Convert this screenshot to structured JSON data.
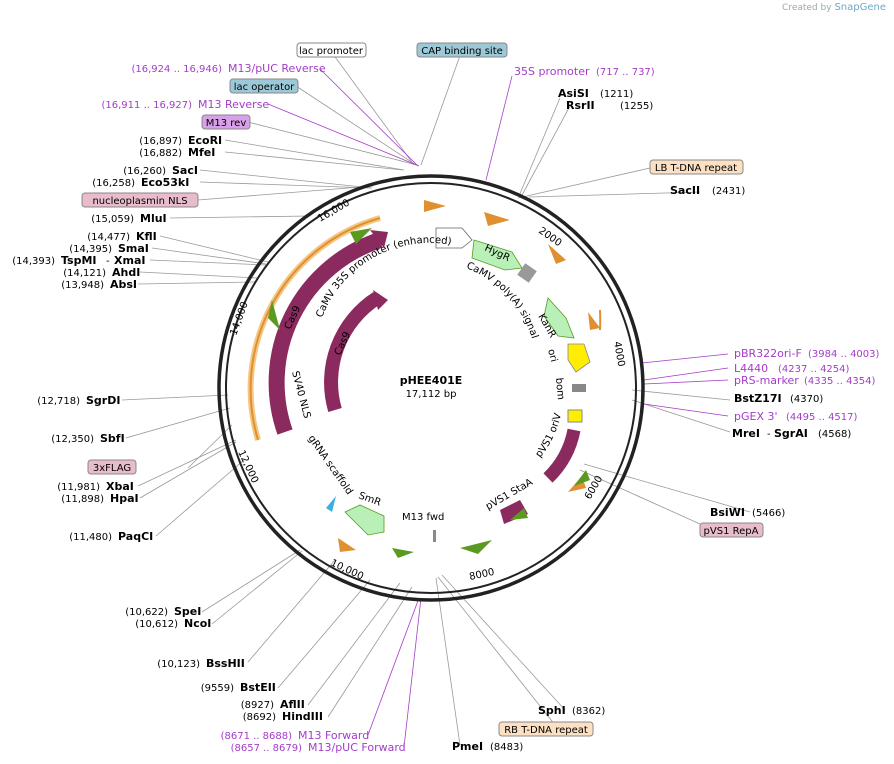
{
  "credit": {
    "text": "Created by",
    "brand": "SnapGene"
  },
  "plasmid": {
    "name": "pHEE401E",
    "size": "17,112 bp"
  },
  "ticks": [
    "2000",
    "4000",
    "6000",
    "8000",
    "10,000",
    "12,000",
    "14,000",
    "16,000"
  ],
  "boxed_labels": [
    {
      "text": "lac promoter",
      "color": "#ffffff"
    },
    {
      "text": "CAP binding site",
      "color": "#9cc8d8"
    },
    {
      "text": "lac operator",
      "color": "#9cc8d8"
    },
    {
      "text": "M13 rev",
      "color": "#d8a0e8"
    },
    {
      "text": "nucleoplasmin NLS",
      "color": "#e8bccc"
    },
    {
      "text": "LB T-DNA repeat",
      "color": "#fbe0c4"
    },
    {
      "text": "pVS1 RepA",
      "color": "#e8bccc"
    },
    {
      "text": "3xFLAG",
      "color": "#e8bccc"
    },
    {
      "text": "RB T-DNA repeat",
      "color": "#fbe0c4"
    }
  ],
  "primers_left": [
    {
      "pos": "(16,924 .. 16,946)",
      "name": "M13/pUC Reverse"
    },
    {
      "pos": "(16,911 .. 16,927)",
      "name": "M13 Reverse"
    }
  ],
  "primer_top": {
    "name": "35S promoter",
    "pos": "(717 .. 737)"
  },
  "primers_right": [
    {
      "name": "pBR322ori-F",
      "pos": "(3984 .. 4003)"
    },
    {
      "name": "L4440",
      "pos": "(4237 .. 4254)"
    },
    {
      "name": "pRS-marker",
      "pos": "(4335 .. 4354)"
    },
    {
      "name": "pGEX 3'",
      "pos": "(4495 .. 4517)"
    }
  ],
  "primers_bottom": [
    {
      "pos": "(8671 .. 8688)",
      "name": "M13 Forward"
    },
    {
      "pos": "(8657 .. 8679)",
      "name": "M13/pUC Forward"
    }
  ],
  "sites_left": [
    {
      "pos": "(16,897)",
      "name": "EcoRI"
    },
    {
      "pos": "(16,882)",
      "name": "MfeI"
    },
    {
      "pos": "(16,260)",
      "name": "SacI"
    },
    {
      "pos": "(16,258)",
      "name": "Eco53kI"
    },
    {
      "pos": "(15,059)",
      "name": "MluI"
    },
    {
      "pos": "(14,477)",
      "name": "KflI"
    },
    {
      "pos": "(14,395)",
      "name": "SmaI"
    },
    {
      "pos": "(14,393)",
      "name": "TspMI",
      "extra": "XmaI"
    },
    {
      "pos": "(14,121)",
      "name": "AhdI"
    },
    {
      "pos": "(13,948)",
      "name": "AbsI"
    },
    {
      "pos": "(12,718)",
      "name": "SgrDI"
    },
    {
      "pos": "(12,350)",
      "name": "SbfI"
    },
    {
      "pos": "(11,981)",
      "name": "XbaI"
    },
    {
      "pos": "(11,898)",
      "name": "HpaI"
    },
    {
      "pos": "(11,480)",
      "name": "PaqCI"
    },
    {
      "pos": "(10,622)",
      "name": "SpeI"
    },
    {
      "pos": "(10,612)",
      "name": "NcoI"
    },
    {
      "pos": "(10,123)",
      "name": "BssHII"
    },
    {
      "pos": "(9559)",
      "name": "BstEII"
    },
    {
      "pos": "(8927)",
      "name": "AflII"
    },
    {
      "pos": "(8692)",
      "name": "HindIII"
    }
  ],
  "sites_right": [
    {
      "name": "AsiSI",
      "pos": "(1211)"
    },
    {
      "name": "RsrII",
      "pos": "(1255)"
    },
    {
      "name": "SacII",
      "pos": "(2431)"
    },
    {
      "name": "BstZ17I",
      "pos": "(4370)"
    },
    {
      "name": "MreI",
      "extra": "SgrAI",
      "pos": "(4568)"
    },
    {
      "name": "BsiWI",
      "pos": "(5466)"
    },
    {
      "name": "SphI",
      "pos": "(8362)"
    },
    {
      "name": "PmeI",
      "pos": "(8483)"
    }
  ],
  "features": {
    "caMV35S": "CaMV 35S promoter (enhanced)",
    "hygR": "HygR",
    "polyA": "CaMV poly(A) signal",
    "kanR": "KanR",
    "ori": "ori",
    "bom": "bom",
    "pvs1OriV": "pVS1 oriV",
    "pvs1StaA": "pVS1 StaA",
    "m13fwd": "M13 fwd",
    "smR": "SmR",
    "grna": "gRNA scaffold",
    "sv40": "SV40 NLS",
    "cas9a": "Cas9",
    "cas9b": "Cas9"
  },
  "colors": {
    "cas9": "#8b2a5e",
    "resistance": "#b8f0b8",
    "repeat_outline": "#f0b050",
    "small_arrow": "#e09030",
    "green_arrow": "#5a9a20",
    "ori": "#ffee00",
    "primer": "#a43cc8",
    "backbone": "#222222"
  }
}
